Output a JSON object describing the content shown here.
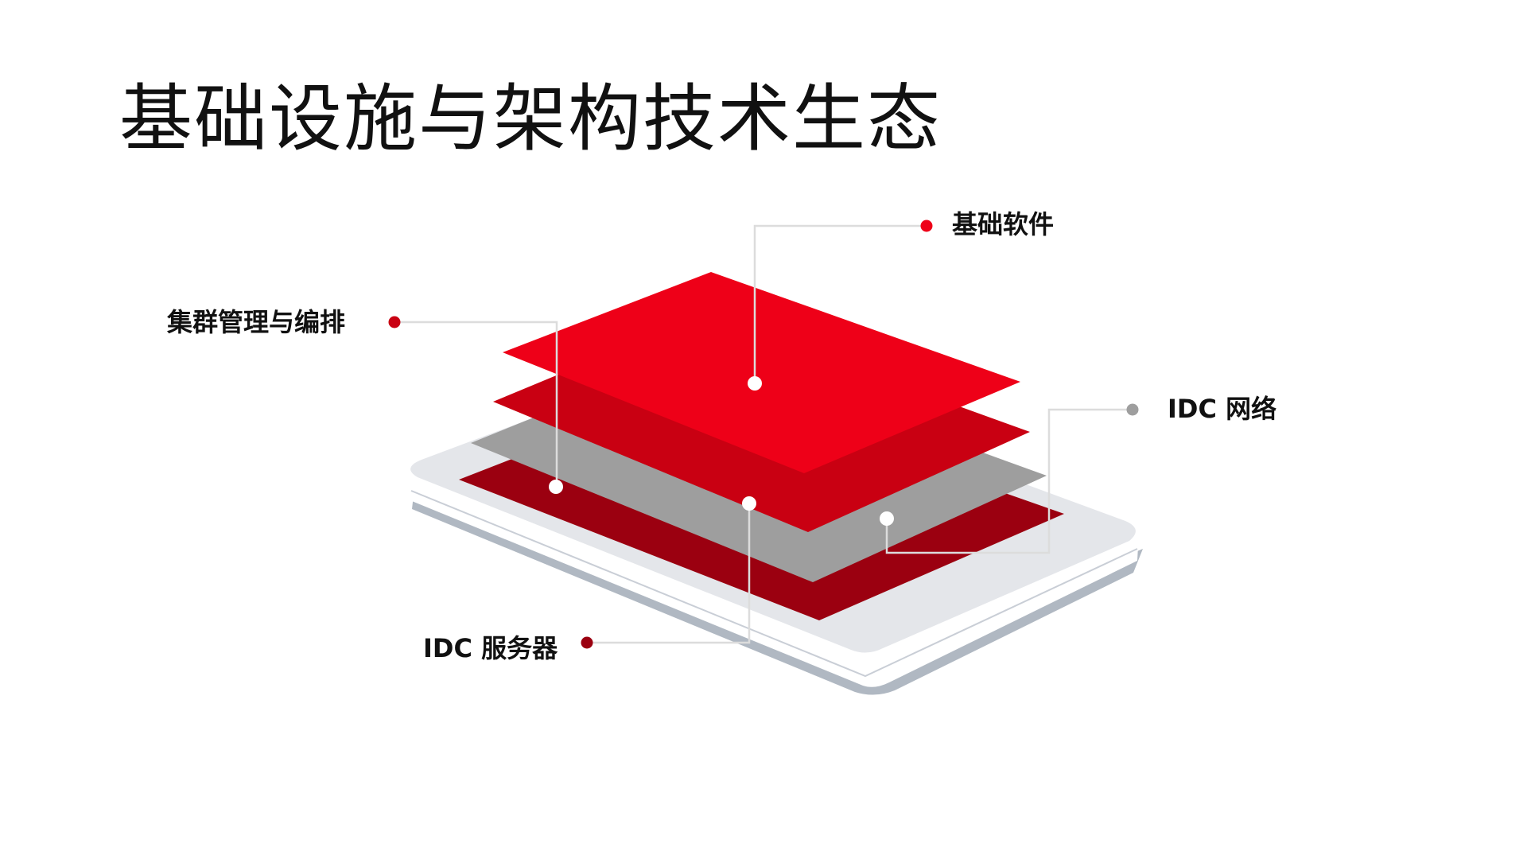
{
  "slide": {
    "title": "基础设施与架构技术生态"
  },
  "colors": {
    "software_layer": "#ee0018",
    "cluster_layer": "#c90012",
    "network_layer": "#9e9e9e",
    "server_layer": "#9b0010",
    "device_surface": "#e4e6ea",
    "device_edge": "#b0b8c2",
    "leader_line": "#dcdcdc"
  },
  "layers": [
    {
      "id": "software",
      "label": "基础软件",
      "dot_color": "#ee0018"
    },
    {
      "id": "cluster",
      "label": "集群管理与编排",
      "dot_color": "#c90012"
    },
    {
      "id": "network",
      "label": "IDC 网络",
      "dot_color": "#9e9e9e"
    },
    {
      "id": "server",
      "label": "IDC 服务器",
      "dot_color": "#9b0010"
    }
  ]
}
